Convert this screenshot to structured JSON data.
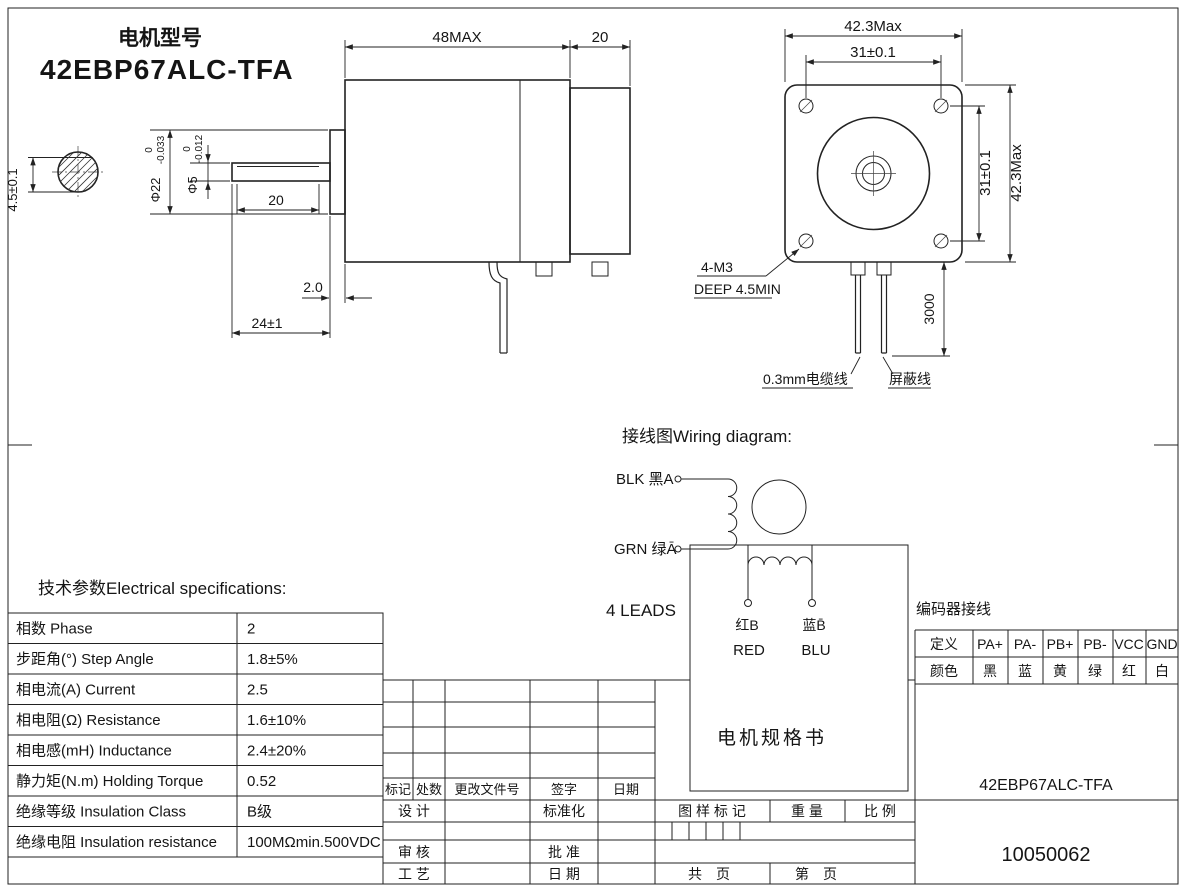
{
  "page": {
    "title_label": "电机型号",
    "model": "42EBP67ALC-TFA"
  },
  "side_view": {
    "dim_body_length": "48MAX",
    "dim_rear_length": "20",
    "dim_pilot_dia": "Φ22",
    "dim_pilot_tol_upper": "0",
    "dim_pilot_tol_lower": "-0.033",
    "dim_shaft_dia": "Φ5",
    "dim_shaft_tol_upper": "0",
    "dim_shaft_tol_lower": "-0.012",
    "dim_flat_length": "20",
    "dim_pilot_depth": "2.0",
    "dim_shaft_length": "24±1",
    "dim_shaft_flat": "4.5±0.1"
  },
  "front_view": {
    "dim_width": "42.3Max",
    "dim_hole_pitch_h": "31±0.1",
    "dim_hole_pitch_v": "31±0.1",
    "dim_height": "42.3Max",
    "mounting_note_line1": "4-M3",
    "mounting_note_line2": "DEEP 4.5MIN",
    "dim_cable_length": "3000",
    "cable_label": "0.3mm电缆线",
    "shield_label": "屏蔽线"
  },
  "wiring": {
    "title": "接线图Wiring diagram:",
    "lead_a_plus": "BLK 黑A",
    "lead_a_minus": "GRN 绿Ā",
    "leads_count": "4 LEADS",
    "lead_b_plus_cn": "红B",
    "lead_b_plus_en": "RED",
    "lead_b_minus_cn": "蓝B̄",
    "lead_b_minus_en": "BLU"
  },
  "specs": {
    "title": "技术参数Electrical  specifications:",
    "rows": [
      {
        "label": "相数  Phase",
        "value": "2"
      },
      {
        "label": "步距角(°)  Step Angle",
        "value": "1.8±5%"
      },
      {
        "label": "相电流(A)  Current",
        "value": "2.5"
      },
      {
        "label": "相电阻(Ω)  Resistance",
        "value": "1.6±10%"
      },
      {
        "label": "相电感(mH)  Inductance",
        "value": "2.4±20%"
      },
      {
        "label": "静力矩(N.m)  Holding Torque",
        "value": "0.52"
      },
      {
        "label": "绝缘等级  Insulation Class",
        "value": "B级"
      },
      {
        "label": "绝缘电阻  Insulation resistance",
        "value": "100MΩmin.500VDC"
      }
    ]
  },
  "encoder": {
    "title": "编码器接线",
    "row_def": [
      "定义",
      "PA+",
      "PA-",
      "PB+",
      "PB-",
      "VCC",
      "GND"
    ],
    "row_color": [
      "颜色",
      "黑",
      "蓝",
      "黄",
      "绿",
      "红",
      "白"
    ]
  },
  "title_block": {
    "doc_name": "电机规格书",
    "model": "42EBP67ALC-TFA",
    "drawing_no": "10050062",
    "rev_cols": [
      "标记",
      "处数",
      "更改文件号",
      "签字",
      "日期"
    ],
    "design": "设 计",
    "standardization": "标准化",
    "check": "审 核",
    "approve": "批 准",
    "process": "工 艺",
    "date": "日 期",
    "drawing_mark": "图 样 标 记",
    "weight": "重 量",
    "scale": "比 例",
    "total_pages": "共　页",
    "page_no": "第　页"
  }
}
